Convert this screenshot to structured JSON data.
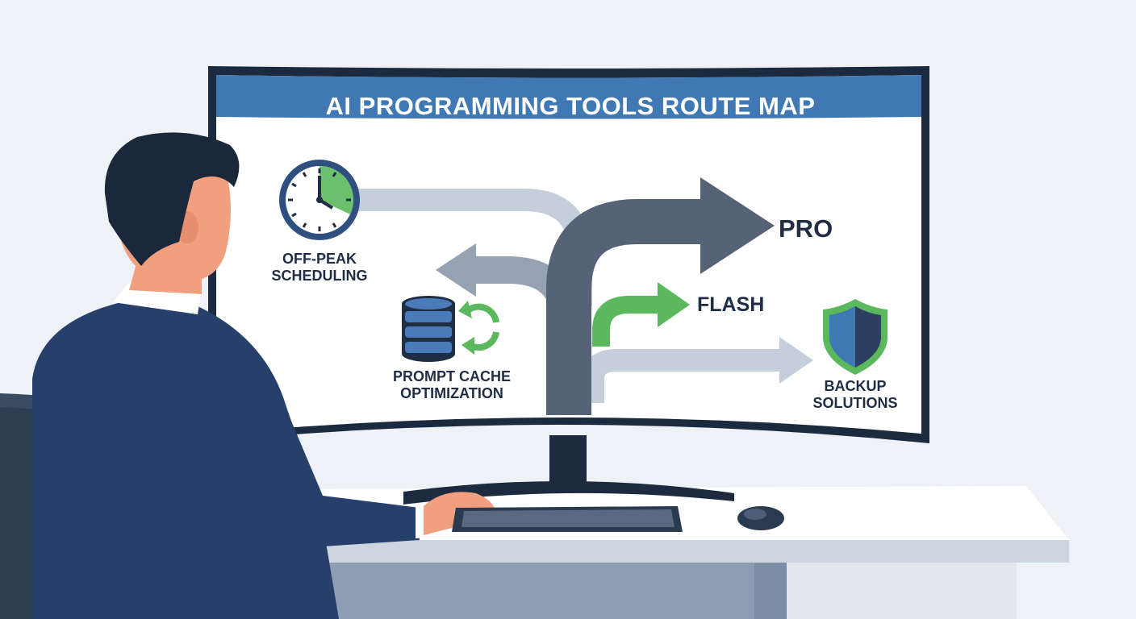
{
  "screen": {
    "title": "AI PROGRAMMING TOOLS ROUTE MAP"
  },
  "routes": {
    "off_peak": {
      "line1": "OFF-PEAK",
      "line2": "SCHEDULING",
      "icon": "clock-icon"
    },
    "prompt_cache": {
      "line1": "PROMPT CACHE",
      "line2": "OPTIMIZATION",
      "icon": "database-sync-icon"
    },
    "pro": {
      "label": "PRO"
    },
    "flash": {
      "label": "FLASH"
    },
    "backup": {
      "line1": "BACKUP",
      "line2": "SOLUTIONS",
      "icon": "shield-icon"
    }
  },
  "colors": {
    "title_bar": "#3f78b3",
    "main_arrow": "#566275",
    "flash_arrow": "#5cb85c",
    "faded_arrow": "#c5cfdc",
    "mid_arrow": "#96a2b2",
    "text": "#1f2d45",
    "suit": "#263f6b"
  }
}
